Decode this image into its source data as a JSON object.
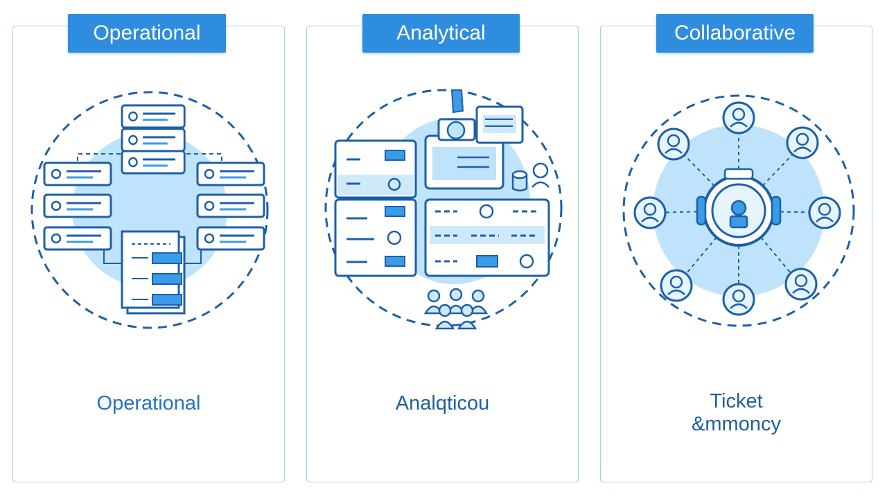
{
  "panels": [
    {
      "badge": "Operational",
      "caption": "Operational"
    },
    {
      "badge": "Analytical",
      "caption": "Analqticou"
    },
    {
      "badge": "Collaborative",
      "caption_line1": "Ticket",
      "caption_line2": "&mmoncy"
    }
  ],
  "colors": {
    "accent": "#2f8de0",
    "light_blue": "#bfe3fa",
    "line_blue": "#1c5fa8",
    "border": "#9fd0f0"
  }
}
